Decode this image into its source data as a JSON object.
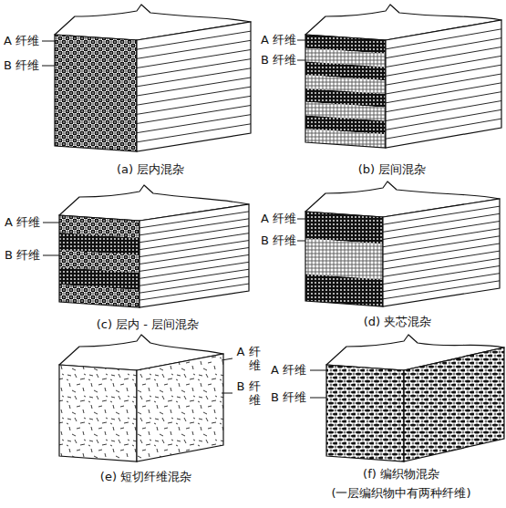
{
  "diagram": {
    "labels": [
      "A 纤维",
      "B 纤维",
      "(a) 层内混杂",
      "A 纤维",
      "B 纤维",
      "(b) 层间混杂",
      "A 纤维",
      "B 纤维",
      "(c) 层内 - 层间混杂",
      "A 纤维",
      "B 纤维",
      "(d) 夹芯混杂",
      "A 纤维",
      "B 纤维",
      "(e) 短切纤维混杂",
      "A 纤维",
      "B 纤维",
      "(f) 编织物混杂",
      "(一层编织物中有两种纤维)"
    ]
  }
}
